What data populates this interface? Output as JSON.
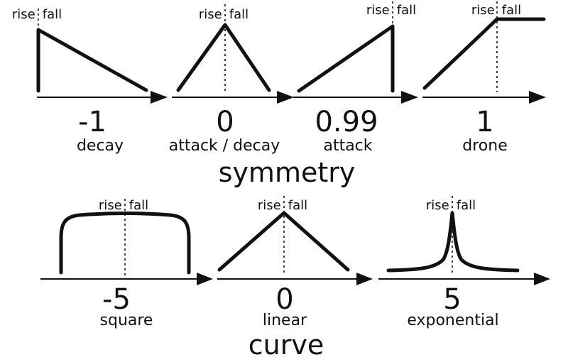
{
  "colors": {
    "ink": "#111111",
    "background": "#ffffff"
  },
  "rise_label": "rise",
  "fall_label": "fall",
  "symmetry": {
    "title": "symmetry",
    "panels": [
      {
        "value": "-1",
        "description": "decay"
      },
      {
        "value": "0",
        "description": "attack / decay"
      },
      {
        "value": "0.99",
        "description": "attack"
      },
      {
        "value": "1",
        "description": "drone"
      }
    ]
  },
  "curve": {
    "title": "curve",
    "panels": [
      {
        "value": "-5",
        "description": "square"
      },
      {
        "value": "0",
        "description": "linear"
      },
      {
        "value": "5",
        "description": "exponential"
      }
    ]
  }
}
